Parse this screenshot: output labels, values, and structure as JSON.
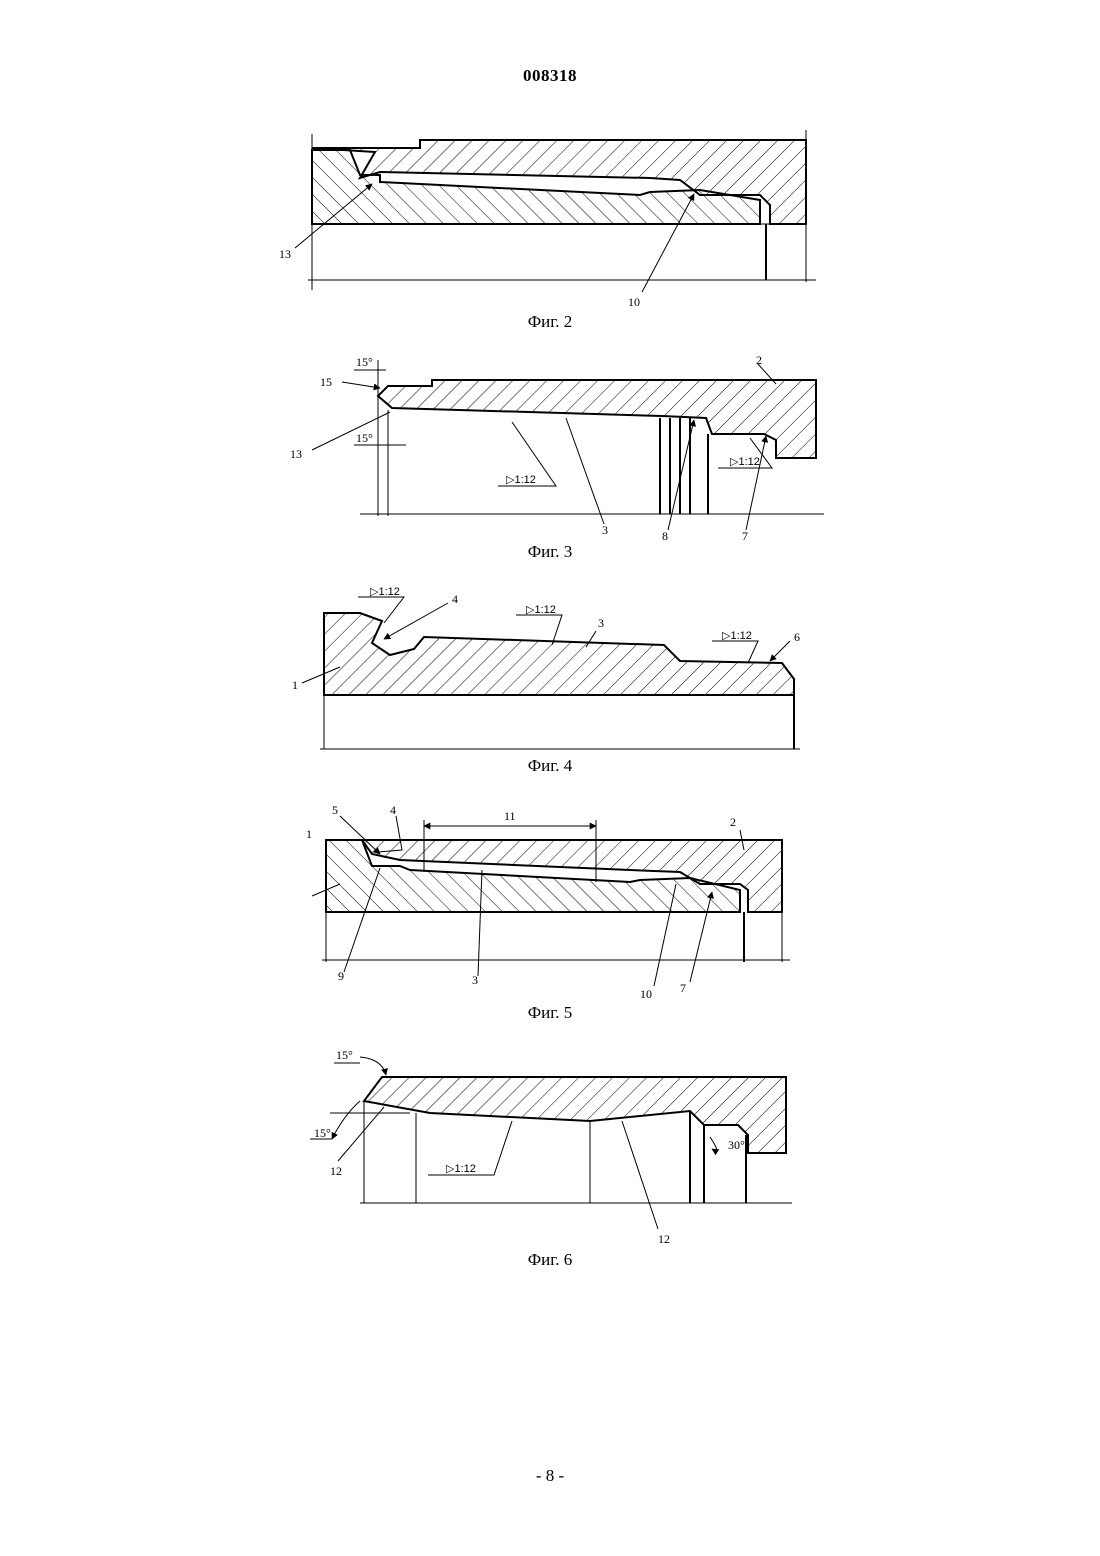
{
  "header": {
    "doc_number": "008318"
  },
  "figures": [
    {
      "id": "fig2",
      "caption": "Фиг. 2",
      "labels": {
        "l13": "13",
        "l10": "10"
      }
    },
    {
      "id": "fig3",
      "caption": "Фиг. 3",
      "labels": {
        "a15a": "15°",
        "l15": "15",
        "a15b": "15°",
        "l13": "13",
        "l2": "2",
        "t1": "1:12",
        "t2": "1:12",
        "l3": "3",
        "l8": "8",
        "l7": "7"
      }
    },
    {
      "id": "fig4",
      "caption": "Фиг. 4",
      "labels": {
        "t1": "1:12",
        "l4": "4",
        "t2": "1:12",
        "l3": "3",
        "t3": "1:12",
        "l6": "6",
        "l1": "1"
      }
    },
    {
      "id": "fig5",
      "caption": "Фиг. 5",
      "labels": {
        "l5": "5",
        "l4": "4",
        "l11": "11",
        "l2": "2",
        "l1": "1",
        "l9": "9",
        "l3": "3",
        "l10": "10",
        "l7": "7"
      }
    },
    {
      "id": "fig6",
      "caption": "Фиг. 6",
      "labels": {
        "a15a": "15°",
        "a15b": "15°",
        "l12a": "12",
        "t1": "1:12",
        "l12b": "12",
        "a30": "30°"
      }
    }
  ],
  "footer": {
    "page_number": "- 8 -"
  }
}
